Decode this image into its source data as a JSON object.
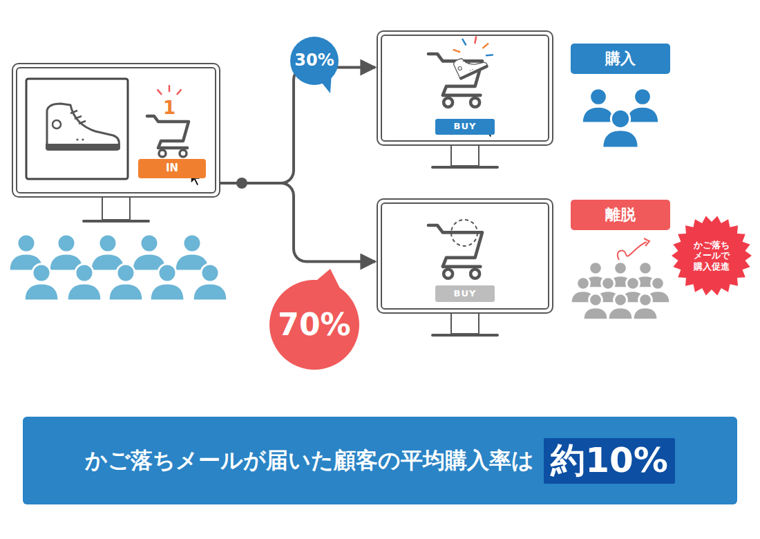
{
  "diagram": {
    "nodes": [
      {
        "text": []
      },
      {
        "text": [
          "IN"
        ],
        "in": 0
      },
      {
        "text": [
          "30%"
        ]
      },
      {
        "text": []
      },
      {
        "text": [
          "BUY"
        ],
        "in": 3
      },
      {
        "text": [
          "購入"
        ]
      },
      {
        "text": []
      },
      {
        "text": [
          "BUY"
        ],
        "in": 6
      },
      {
        "text": [
          "70%"
        ]
      },
      {
        "text": [
          "離脱"
        ]
      },
      {
        "text": [
          "かご落ち メールで 購入促進"
        ]
      },
      {
        "text": [
          "かご落ちメールが届いた顧客の平均購入率は"
        ]
      },
      {
        "text": [
          "約10%"
        ],
        "in": 11
      }
    ],
    "edges": [
      {
        "from": 0,
        "to": 3,
        "arrow": "to"
      },
      {
        "from": 0,
        "to": 6,
        "arrow": "to"
      }
    ],
    "labels": [
      "1"
    ]
  }
}
